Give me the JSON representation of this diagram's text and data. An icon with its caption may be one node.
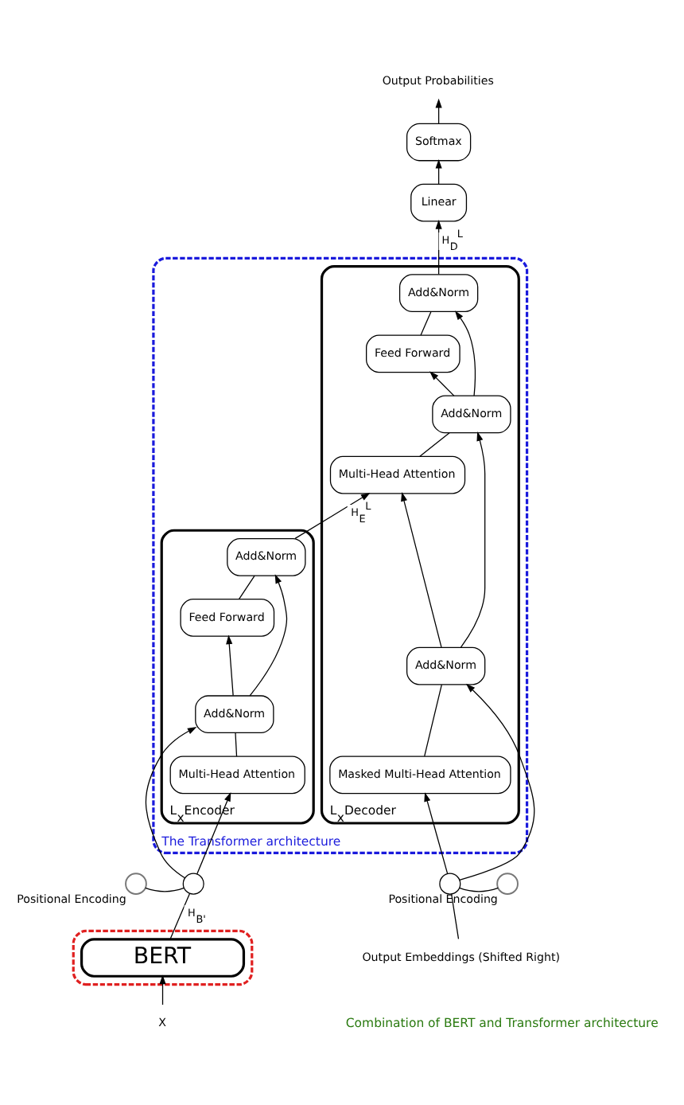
{
  "diagram": {
    "nodes": [
      {
        "text": [
          "The Transformer architecture"
        ]
      },
      {
        "text": [
          "L$_{x}$Encoder"
        ],
        "in": 0
      },
      {
        "text": [
          "Multi-Head Attention"
        ],
        "in": 1
      },
      {
        "text": [
          "Add&Norm"
        ],
        "in": 1
      },
      {
        "text": [
          "Feed Forward"
        ],
        "in": 1
      },
      {
        "text": [
          "Add&Norm"
        ],
        "in": 1
      },
      {
        "text": [
          "L$_{x}$Decoder"
        ],
        "in": 0
      },
      {
        "text": [
          "Masked Multi-Head Attention"
        ],
        "in": 6
      },
      {
        "text": [
          "Add&Norm"
        ],
        "in": 6
      },
      {
        "text": [
          "Multi-Head Attention"
        ],
        "in": 6
      },
      {
        "text": [
          "Add&Norm"
        ],
        "in": 6
      },
      {
        "text": [
          "Feed Forward"
        ],
        "in": 6
      },
      {
        "text": [
          "Add&Norm"
        ],
        "in": 6
      },
      {
        "text": [
          "Linear"
        ]
      },
      {
        "text": [
          "Softmax"
        ]
      },
      {
        "text": [
          "Output Probabilities"
        ]
      },
      {
        "text": [],
        "shape": "box"
      },
      {
        "text": [
          "BERT"
        ],
        "in": 16
      },
      {
        "text": [
          "X"
        ]
      },
      {
        "text": [],
        "shape": "circle"
      },
      {
        "text": [],
        "shape": "circle",
        "beside": [
          "Positional Encoding"
        ]
      },
      {
        "text": [],
        "shape": "circle"
      },
      {
        "text": [],
        "shape": "circle",
        "beside": [
          "Positional Encoding"
        ]
      },
      {
        "text": [
          "Output Embeddings (Shifted Right)"
        ]
      }
    ],
    "edges": [
      {
        "from": 18,
        "to": 17,
        "arrow": "to"
      },
      {
        "from": 17,
        "to": 19,
        "arrow": "none",
        "label": "H$_{B'}$"
      },
      {
        "from": 20,
        "to": 19,
        "arrow": "none"
      },
      {
        "from": 19,
        "to": 2,
        "arrow": "to"
      },
      {
        "from": 19,
        "to": 3,
        "arrow": "to"
      },
      {
        "from": 2,
        "to": 3,
        "arrow": "none"
      },
      {
        "from": 3,
        "to": 4,
        "arrow": "to"
      },
      {
        "from": 3,
        "to": 5,
        "arrow": "to"
      },
      {
        "from": 4,
        "to": 5,
        "arrow": "none"
      },
      {
        "from": 5,
        "to": 9,
        "arrow": "to",
        "label": "H$_{E}$$^{L}$"
      },
      {
        "from": 23,
        "to": 21,
        "arrow": "none"
      },
      {
        "from": 22,
        "to": 21,
        "arrow": "none"
      },
      {
        "from": 21,
        "to": 7,
        "arrow": "to"
      },
      {
        "from": 21,
        "to": 8,
        "arrow": "to"
      },
      {
        "from": 7,
        "to": 8,
        "arrow": "none"
      },
      {
        "from": 8,
        "to": 9,
        "arrow": "to"
      },
      {
        "from": 8,
        "to": 10,
        "arrow": "to"
      },
      {
        "from": 9,
        "to": 10,
        "arrow": "none"
      },
      {
        "from": 10,
        "to": 11,
        "arrow": "to"
      },
      {
        "from": 10,
        "to": 12,
        "arrow": "to"
      },
      {
        "from": 11,
        "to": 12,
        "arrow": "none"
      },
      {
        "from": 12,
        "to": 13,
        "arrow": "to",
        "label": "H$_{D}$$^{L}$"
      },
      {
        "from": 13,
        "to": 14,
        "arrow": "to"
      },
      {
        "from": 14,
        "to": 15,
        "arrow": "to"
      }
    ],
    "labels": [
      "Combination of BERT and Transformer architecture"
    ]
  }
}
